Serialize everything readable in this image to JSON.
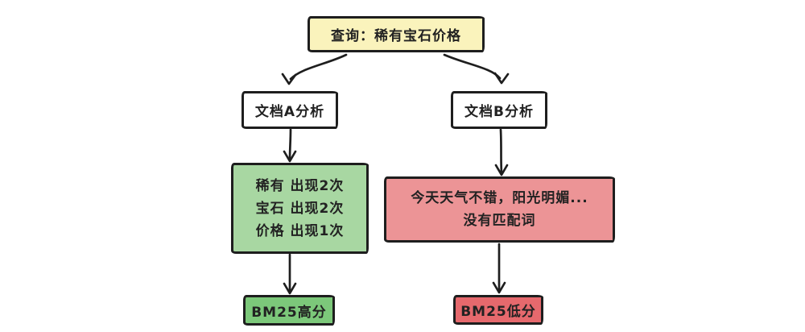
{
  "diagram": {
    "nodes": {
      "query": {
        "label": "查询：稀有宝石价格",
        "fill": "#faf3bc"
      },
      "doc_a": {
        "label": "文档A分析",
        "fill": "#ffffff"
      },
      "doc_b": {
        "label": "文档B分析",
        "fill": "#ffffff"
      },
      "doc_a_result": {
        "lines": [
          "稀有 出现2次",
          "宝石 出现2次",
          "价格 出现1次"
        ],
        "fill": "#a8d7a2"
      },
      "doc_b_result": {
        "lines": [
          "今天天气不错，阳光明媚...",
          "没有匹配词"
        ],
        "fill": "#ec9496"
      },
      "score_a": {
        "label": "BM25高分",
        "fill": "#7cc87a"
      },
      "score_b": {
        "label": "BM25低分",
        "fill": "#e6696d"
      }
    },
    "edges": [
      {
        "from": "query",
        "to": "doc_a"
      },
      {
        "from": "query",
        "to": "doc_b"
      },
      {
        "from": "doc_a",
        "to": "doc_a_result"
      },
      {
        "from": "doc_b",
        "to": "doc_b_result"
      },
      {
        "from": "doc_a_result",
        "to": "score_a"
      },
      {
        "from": "doc_b_result",
        "to": "score_b"
      }
    ],
    "colors": {
      "stroke": "#1e1e1e",
      "text": "#222222",
      "background": "#ffffff"
    }
  }
}
